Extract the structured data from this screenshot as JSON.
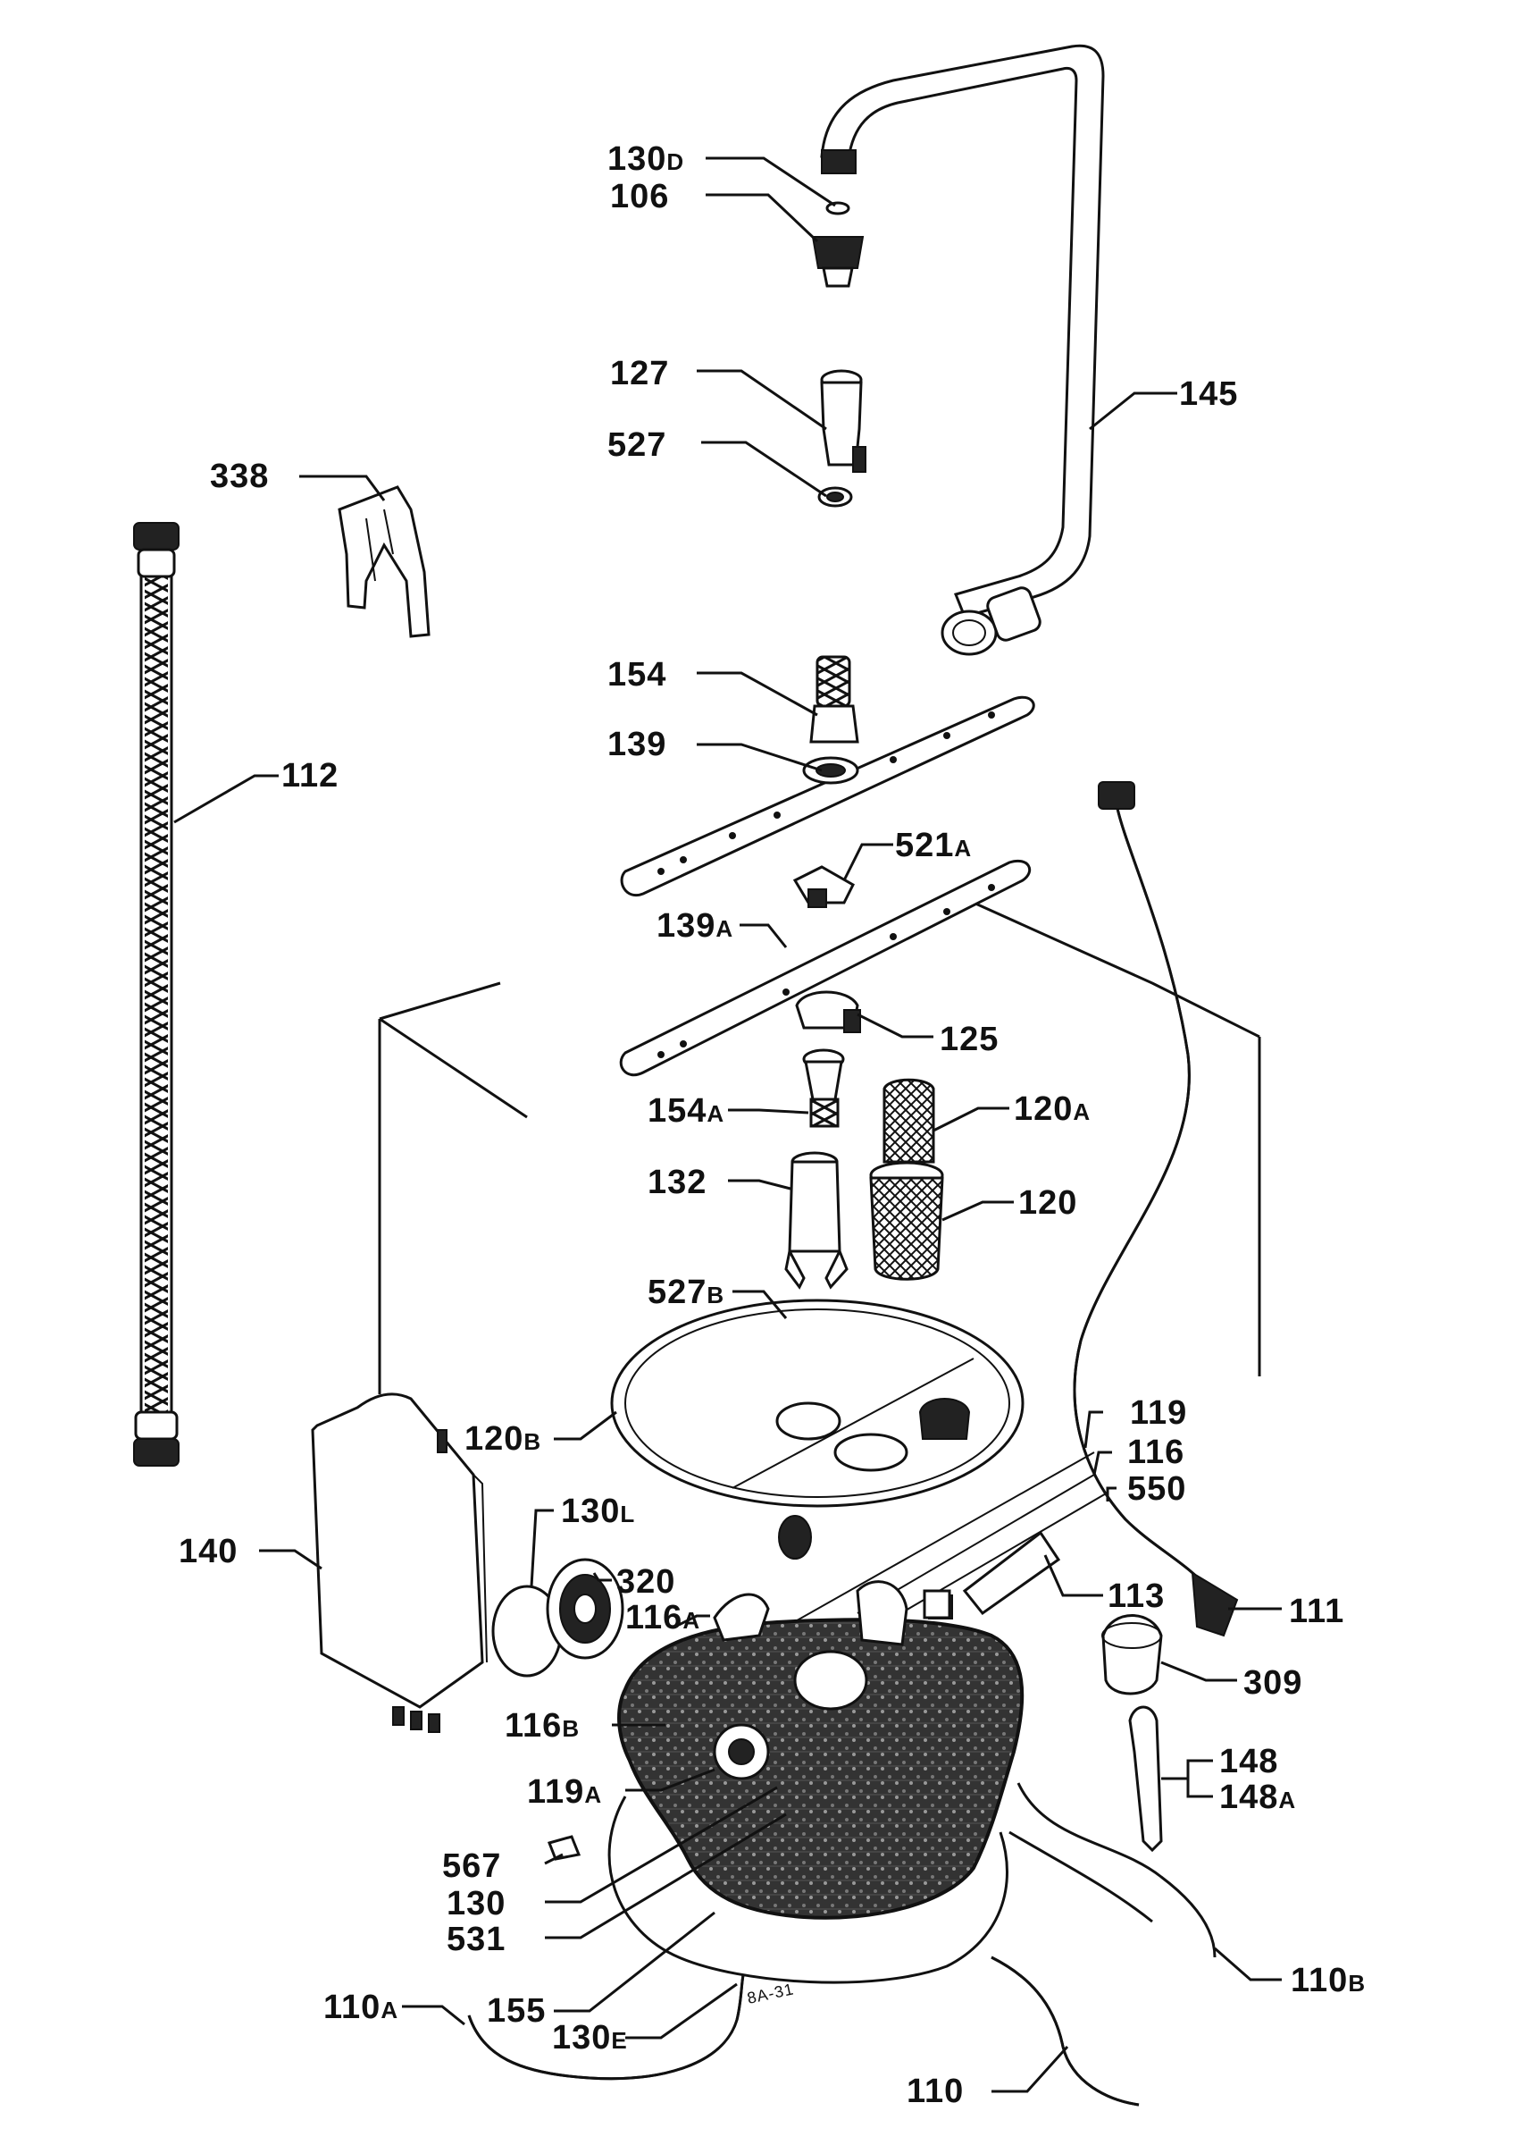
{
  "diagram": {
    "labels": [
      {
        "id": "130D",
        "main": "130",
        "suffix": "D"
      },
      {
        "id": "106",
        "main": "106",
        "suffix": ""
      },
      {
        "id": "127",
        "main": "127",
        "suffix": ""
      },
      {
        "id": "527",
        "main": "527",
        "suffix": ""
      },
      {
        "id": "145",
        "main": "145",
        "suffix": ""
      },
      {
        "id": "338",
        "main": "338",
        "suffix": ""
      },
      {
        "id": "112",
        "main": "112",
        "suffix": ""
      },
      {
        "id": "154",
        "main": "154",
        "suffix": ""
      },
      {
        "id": "139",
        "main": "139",
        "suffix": ""
      },
      {
        "id": "521A",
        "main": "521",
        "suffix": "A"
      },
      {
        "id": "139A",
        "main": "139",
        "suffix": "A"
      },
      {
        "id": "125",
        "main": "125",
        "suffix": ""
      },
      {
        "id": "154A",
        "main": "154",
        "suffix": "A"
      },
      {
        "id": "120A",
        "main": "120",
        "suffix": "A"
      },
      {
        "id": "132",
        "main": "132",
        "suffix": ""
      },
      {
        "id": "120",
        "main": "120",
        "suffix": ""
      },
      {
        "id": "527B",
        "main": "527",
        "suffix": "B"
      },
      {
        "id": "120B",
        "main": "120",
        "suffix": "B"
      },
      {
        "id": "119",
        "main": "119",
        "suffix": ""
      },
      {
        "id": "116",
        "main": "116",
        "suffix": ""
      },
      {
        "id": "550",
        "main": "550",
        "suffix": ""
      },
      {
        "id": "140",
        "main": "140",
        "suffix": ""
      },
      {
        "id": "130L",
        "main": "130",
        "suffix": "L"
      },
      {
        "id": "320",
        "main": "320",
        "suffix": ""
      },
      {
        "id": "116A",
        "main": "116",
        "suffix": "A"
      },
      {
        "id": "113",
        "main": "113",
        "suffix": ""
      },
      {
        "id": "111",
        "main": "111",
        "suffix": ""
      },
      {
        "id": "309",
        "main": "309",
        "suffix": ""
      },
      {
        "id": "116B",
        "main": "116",
        "suffix": "B"
      },
      {
        "id": "148",
        "main": "148",
        "suffix": ""
      },
      {
        "id": "148A",
        "main": "148",
        "suffix": "A"
      },
      {
        "id": "119A",
        "main": "119",
        "suffix": "A"
      },
      {
        "id": "567",
        "main": "567",
        "suffix": ""
      },
      {
        "id": "130",
        "main": "130",
        "suffix": ""
      },
      {
        "id": "531",
        "main": "531",
        "suffix": ""
      },
      {
        "id": "110B",
        "main": "110",
        "suffix": "B"
      },
      {
        "id": "110A",
        "main": "110",
        "suffix": "A"
      },
      {
        "id": "155",
        "main": "155",
        "suffix": ""
      },
      {
        "id": "130E",
        "main": "130",
        "suffix": "E"
      },
      {
        "id": "110",
        "main": "110",
        "suffix": ""
      }
    ],
    "stamp_text": "8A-31"
  }
}
